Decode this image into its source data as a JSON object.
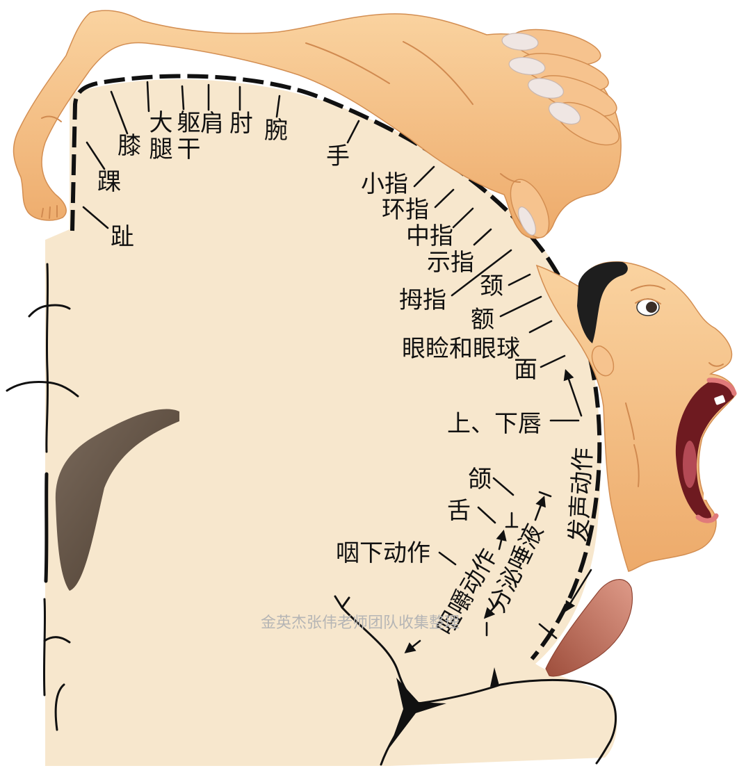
{
  "labels": {
    "thigh": "大腿",
    "trunk": "躯干",
    "shoulder": "肩",
    "elbow": "肘",
    "wrist": "腕",
    "knee": "膝",
    "ankle": "踝",
    "toes": "趾",
    "hand": "手",
    "little_finger": "小指",
    "ring_finger": "环指",
    "middle_finger": "中指",
    "index_finger": "示指",
    "thumb": "拇指",
    "neck": "颈",
    "brow": "额",
    "eyelid_eyeball": "眼睑和眼球",
    "face": "面",
    "lips": "上、下唇",
    "vocalization": "发声动作",
    "jaw": "颌",
    "tongue": "舌",
    "salivation": "分泌唾液",
    "mastication": "咀嚼动作",
    "swallowing": "咽下动作"
  },
  "watermark": "金英杰张伟老师团队收集整理",
  "colors": {
    "brain": "#F7E7CD",
    "skin": "#F6C38E",
    "outline": "#111111",
    "ventricle": "#5B4A3C",
    "watermark": "#B5B5B5"
  }
}
